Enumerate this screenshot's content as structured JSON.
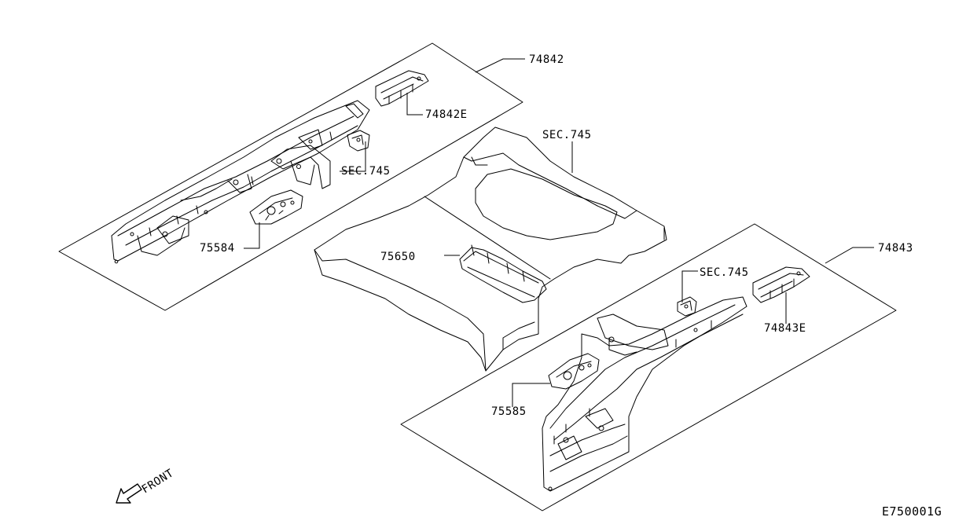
{
  "callouts": {
    "c74842": "74842",
    "c74842e": "74842E",
    "sec745_left": "SEC.745",
    "c75584": "75584",
    "sec745_center": "SEC.745",
    "c75650": "75650",
    "c74843": "74843",
    "sec745_right": "SEC.745",
    "c74843e": "74843E",
    "c75585": "75585"
  },
  "direction": {
    "front_label": "FRONT"
  },
  "diagram_code": "E750001G"
}
